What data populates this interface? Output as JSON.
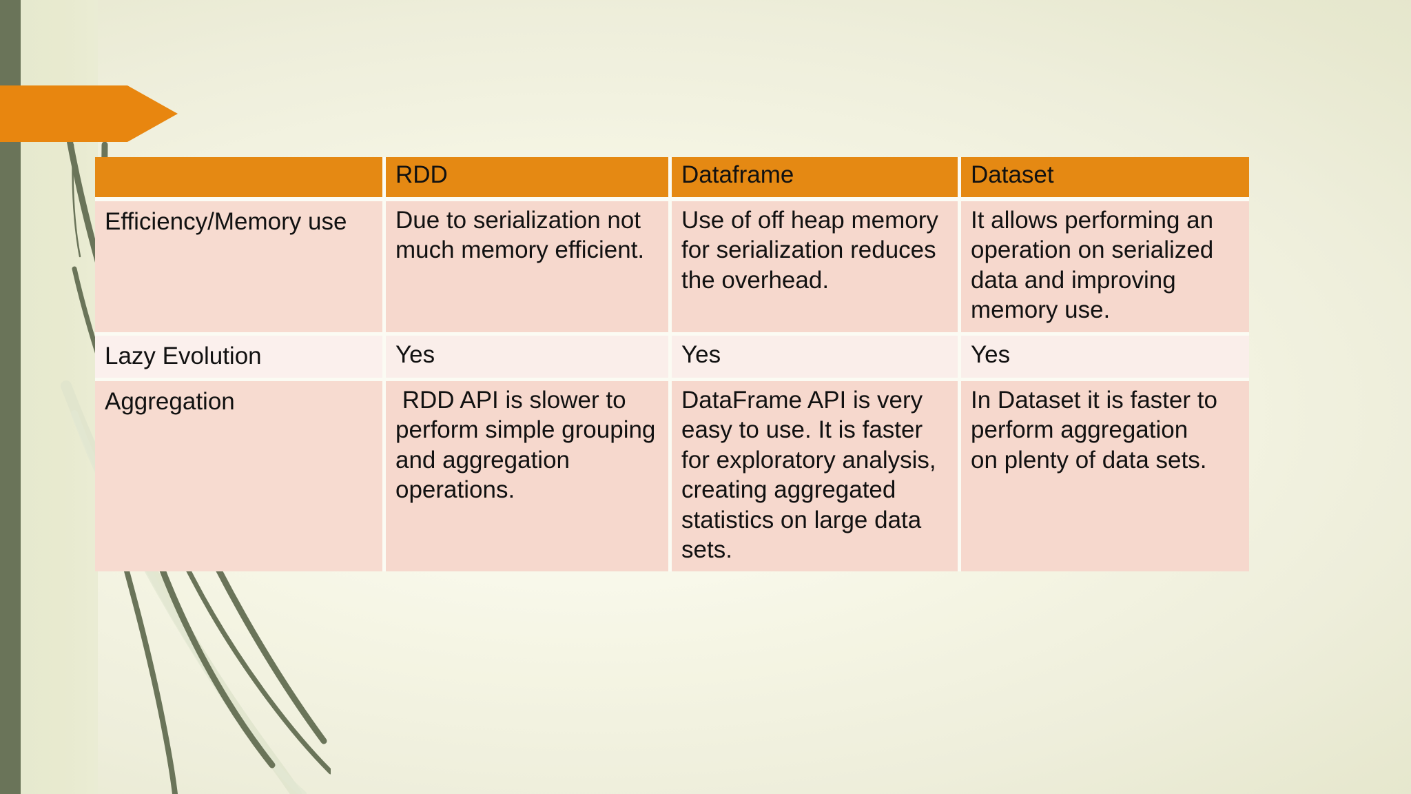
{
  "slide": {
    "background_colors": {
      "center": "#fdfdf5",
      "edge": "#e3e4c9",
      "left_band": "#6a7459",
      "side_strip": "#e8eacf",
      "accent_orange": "#e8860f"
    }
  },
  "banner": {
    "label": "",
    "color": "#e8860f"
  },
  "table": {
    "header_bg": "#e58913",
    "row_bg_dark": "#f6d8cd",
    "row_bg_light": "#faeeea",
    "grid_color": "#fbfbf3",
    "columns": [
      "",
      "RDD",
      "Dataframe",
      "Dataset"
    ],
    "rows": [
      {
        "label": "Efficiency/Memory use",
        "rdd": "Due to serialization not much memory efficient.",
        "dataframe": "Use of off heap memory for serialization reduces the overhead.",
        "dataset": "It allows performing an operation on serialized data and improving memory use."
      },
      {
        "label": "Lazy Evolution",
        "rdd": "Yes",
        "dataframe": "Yes",
        "dataset": "Yes"
      },
      {
        "label": "Aggregation",
        "rdd": " RDD API is slower to perform simple grouping and aggregation operations.",
        "dataframe": "DataFrame API is very easy to use. It is faster for exploratory analysis, creating aggregated statistics on large data sets.",
        "dataset": "In Dataset it is faster to perform aggregation\non plenty of data sets."
      }
    ]
  }
}
